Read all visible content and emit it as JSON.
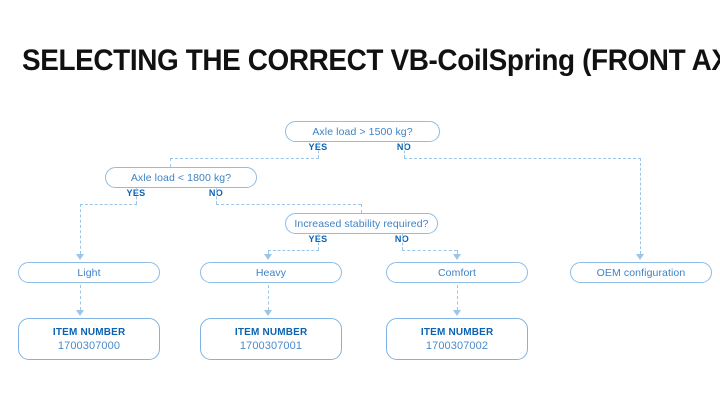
{
  "title": "SELECTING THE CORRECT VB-CoilSpring (FRONT AXLE)",
  "colors": {
    "accent_blue": "#0b63b2",
    "node_text_blue": "#3f82c4",
    "node_border_blue": "#8ebde6",
    "connector_blue": "#9cc6e9",
    "title_black": "#111111",
    "background": "#ffffff"
  },
  "decisions": [
    {
      "id": "axle-load-1500",
      "question": "Axle load > 1500 kg?",
      "yes_label": "YES",
      "no_label": "NO"
    },
    {
      "id": "axle-load-1800",
      "question": "Axle load < 1800 kg?",
      "yes_label": "YES",
      "no_label": "NO"
    },
    {
      "id": "increased-stability",
      "question": "Increased stability required?",
      "yes_label": "YES",
      "no_label": "NO"
    }
  ],
  "results": [
    {
      "id": "light",
      "label": "Light"
    },
    {
      "id": "heavy",
      "label": "Heavy"
    },
    {
      "id": "comfort",
      "label": "Comfort"
    },
    {
      "id": "oem",
      "label": "OEM configuration"
    }
  ],
  "items": [
    {
      "id": "item-light",
      "title": "ITEM NUMBER",
      "number": "1700307000"
    },
    {
      "id": "item-heavy",
      "title": "ITEM NUMBER",
      "number": "1700307001"
    },
    {
      "id": "item-comfort",
      "title": "ITEM NUMBER",
      "number": "1700307002"
    }
  ]
}
